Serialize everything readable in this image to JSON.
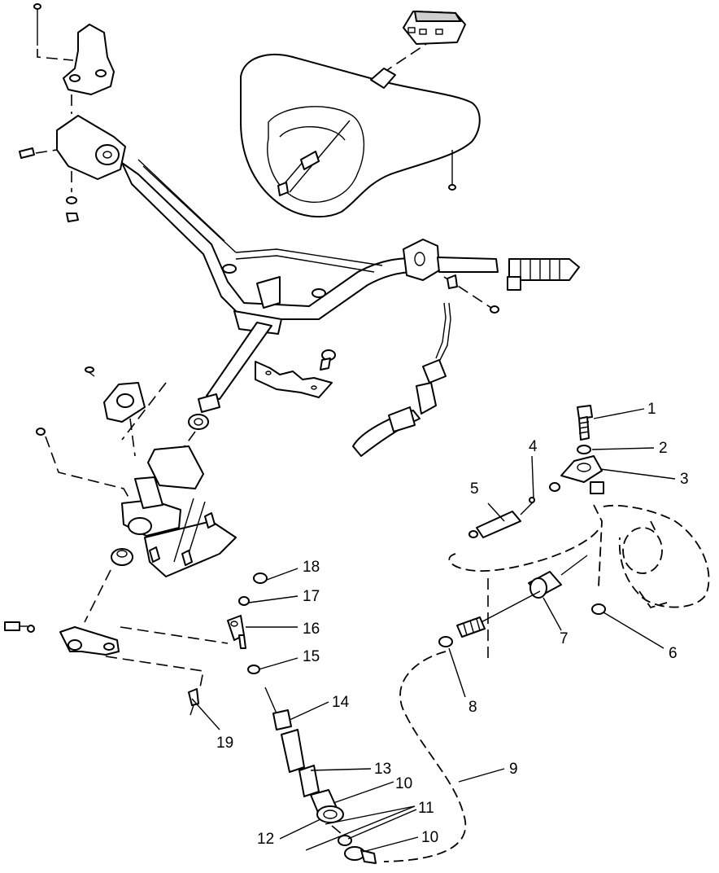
{
  "callouts": [
    "1",
    "2",
    "3",
    "4",
    "5",
    "6",
    "7",
    "8",
    "9",
    "10",
    "10",
    "11",
    "12",
    "13",
    "14",
    "15",
    "16",
    "17",
    "18",
    "19"
  ],
  "colors": {
    "line": "#000000",
    "background": "#ffffff"
  }
}
